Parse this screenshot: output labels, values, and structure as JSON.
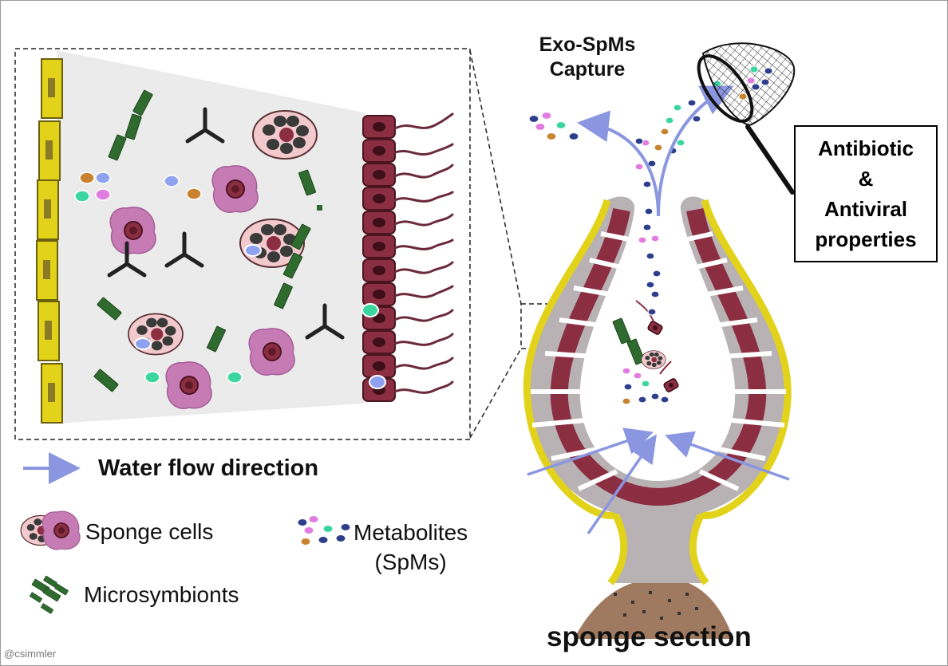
{
  "labels": {
    "capture_line1": "Exo-SpMs",
    "capture_line2": "Capture",
    "props_line1": "Antibiotic",
    "props_line2": "&",
    "props_line3": "Antiviral",
    "props_line4": "properties",
    "legend_water": "Water flow direction",
    "legend_cells": "Sponge cells",
    "legend_micro": "Microsymbionts",
    "legend_meta_line1": "Metabolites",
    "legend_meta_line2": "(SpMs)",
    "sponge_section": "sponge section",
    "credit": "@csimmler"
  },
  "colors": {
    "flow_arrow": "#8a96e0",
    "pinacocyte": "#e2d31a",
    "choanocyte": "#8c2e42",
    "sponge_grey": "#b8b2b5",
    "mesohyl_bg": "#ebebeb",
    "archaeocyte": "#c77bb5",
    "microsymbiont": "#2f6b2f",
    "metabolite_blue": "#2d3e8c",
    "metabolite_pink": "#e07be0",
    "metabolite_green": "#3bd6a0",
    "metabolite_orange": "#c9822e",
    "metabolite_lightblue": "#8fa2f0",
    "substrate": "#a07a60"
  },
  "icons": [
    "flow-arrow-icon",
    "butterfly-net-icon",
    "sponge-cell-icon",
    "microsymbiont-icon",
    "metabolite-icon"
  ]
}
